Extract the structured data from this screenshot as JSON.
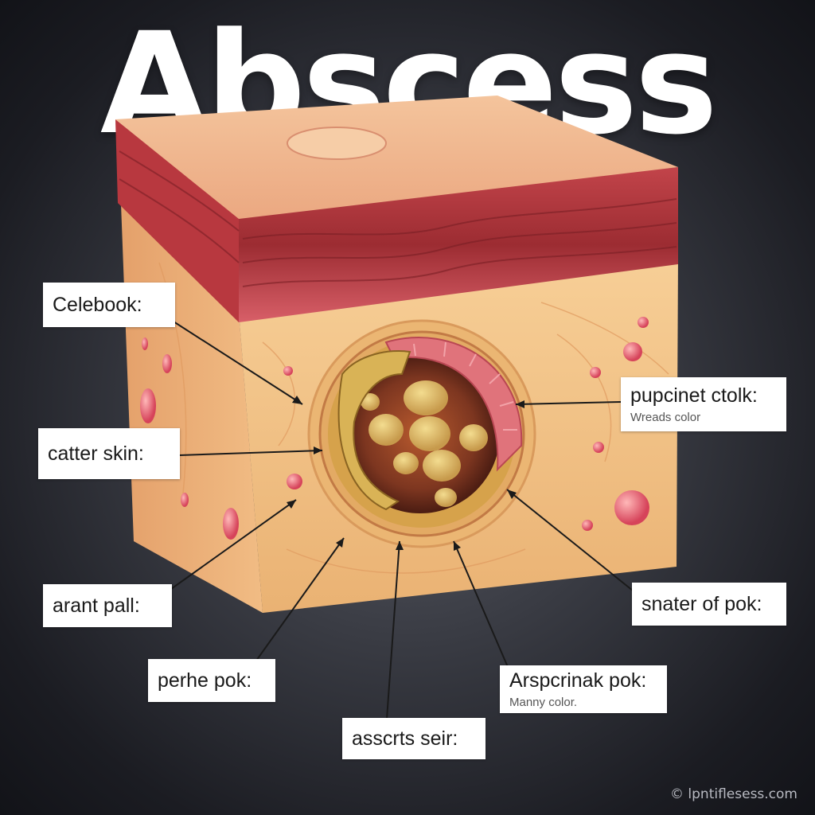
{
  "title": "Abscess",
  "labels": {
    "celebook": "Celebook:",
    "catter_skin": "catter skin:",
    "arant_pall": "arant pall:",
    "perhe_pok": "perhe pok:",
    "asscrts_seir": "asscrts seir:",
    "arspcrinak_pok": "Arspcrinak pok:",
    "arspcrinak_sub": "Manny color.",
    "snater_of_pok": "snater of pok:",
    "pupcinet_ctolk": "pupcinet ctolk:",
    "pupcinet_sub": "Wreads color"
  },
  "watermark": "© lpntiflesess.com",
  "colors": {
    "skin_surface": "#f2b88f",
    "dermis_band": "#a8353a",
    "tissue": "#f0c07e",
    "pus": "#8a3d22",
    "capsule": "#d9a54a",
    "background": "#1b1c22"
  }
}
